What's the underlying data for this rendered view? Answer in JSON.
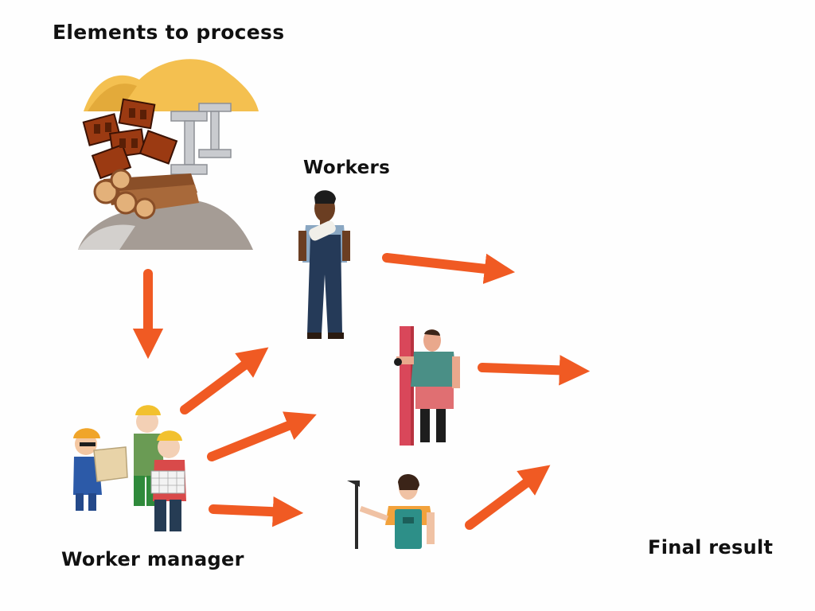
{
  "labels": {
    "elements": "Elements to process",
    "workers": "Workers",
    "manager": "Worker manager",
    "final": "Final result"
  },
  "colors": {
    "arrow": "#f05a23",
    "sand": "#f4c050",
    "brick": "#9b3a12",
    "wood": "#a8693a",
    "rock": "#a59c95",
    "steel": "#c9cbcf"
  },
  "icons": [
    "materials-pile-illustration",
    "worker-woman-blueprint-illustration",
    "worker-man-pillar-illustration",
    "worker-woman-tool-illustration",
    "manager-team-illustration"
  ]
}
